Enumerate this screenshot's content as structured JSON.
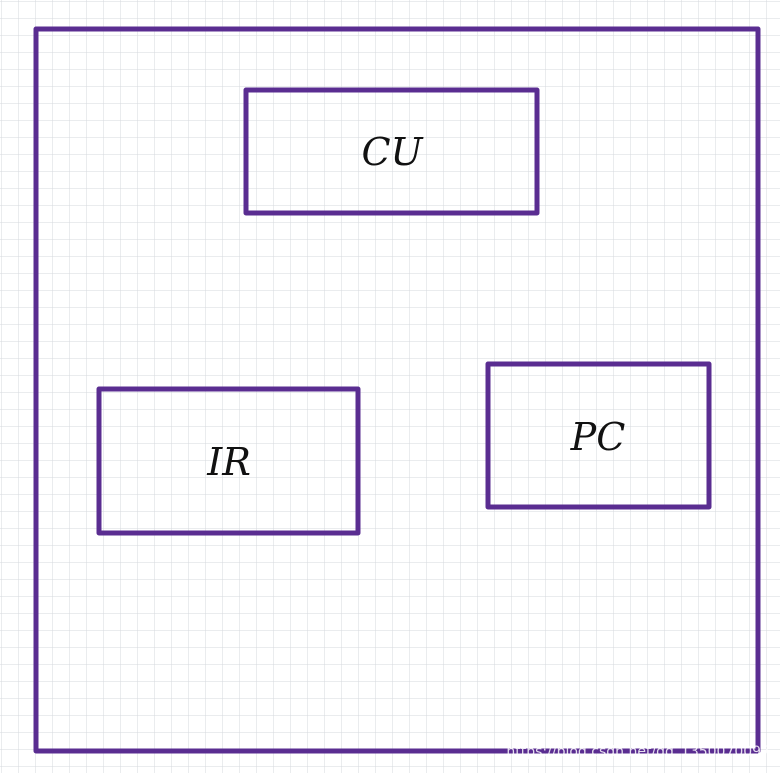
{
  "diagram": {
    "colors": {
      "stroke": "#5a2d91",
      "grid": "#d6d9de",
      "background": "#ffffff",
      "text": "#111111"
    },
    "boxes": {
      "cu": {
        "label": "CU"
      },
      "ir": {
        "label": "IR"
      },
      "pc": {
        "label": "PC"
      }
    }
  },
  "watermark": "https://blog.csdn.net/qq_1350070097"
}
